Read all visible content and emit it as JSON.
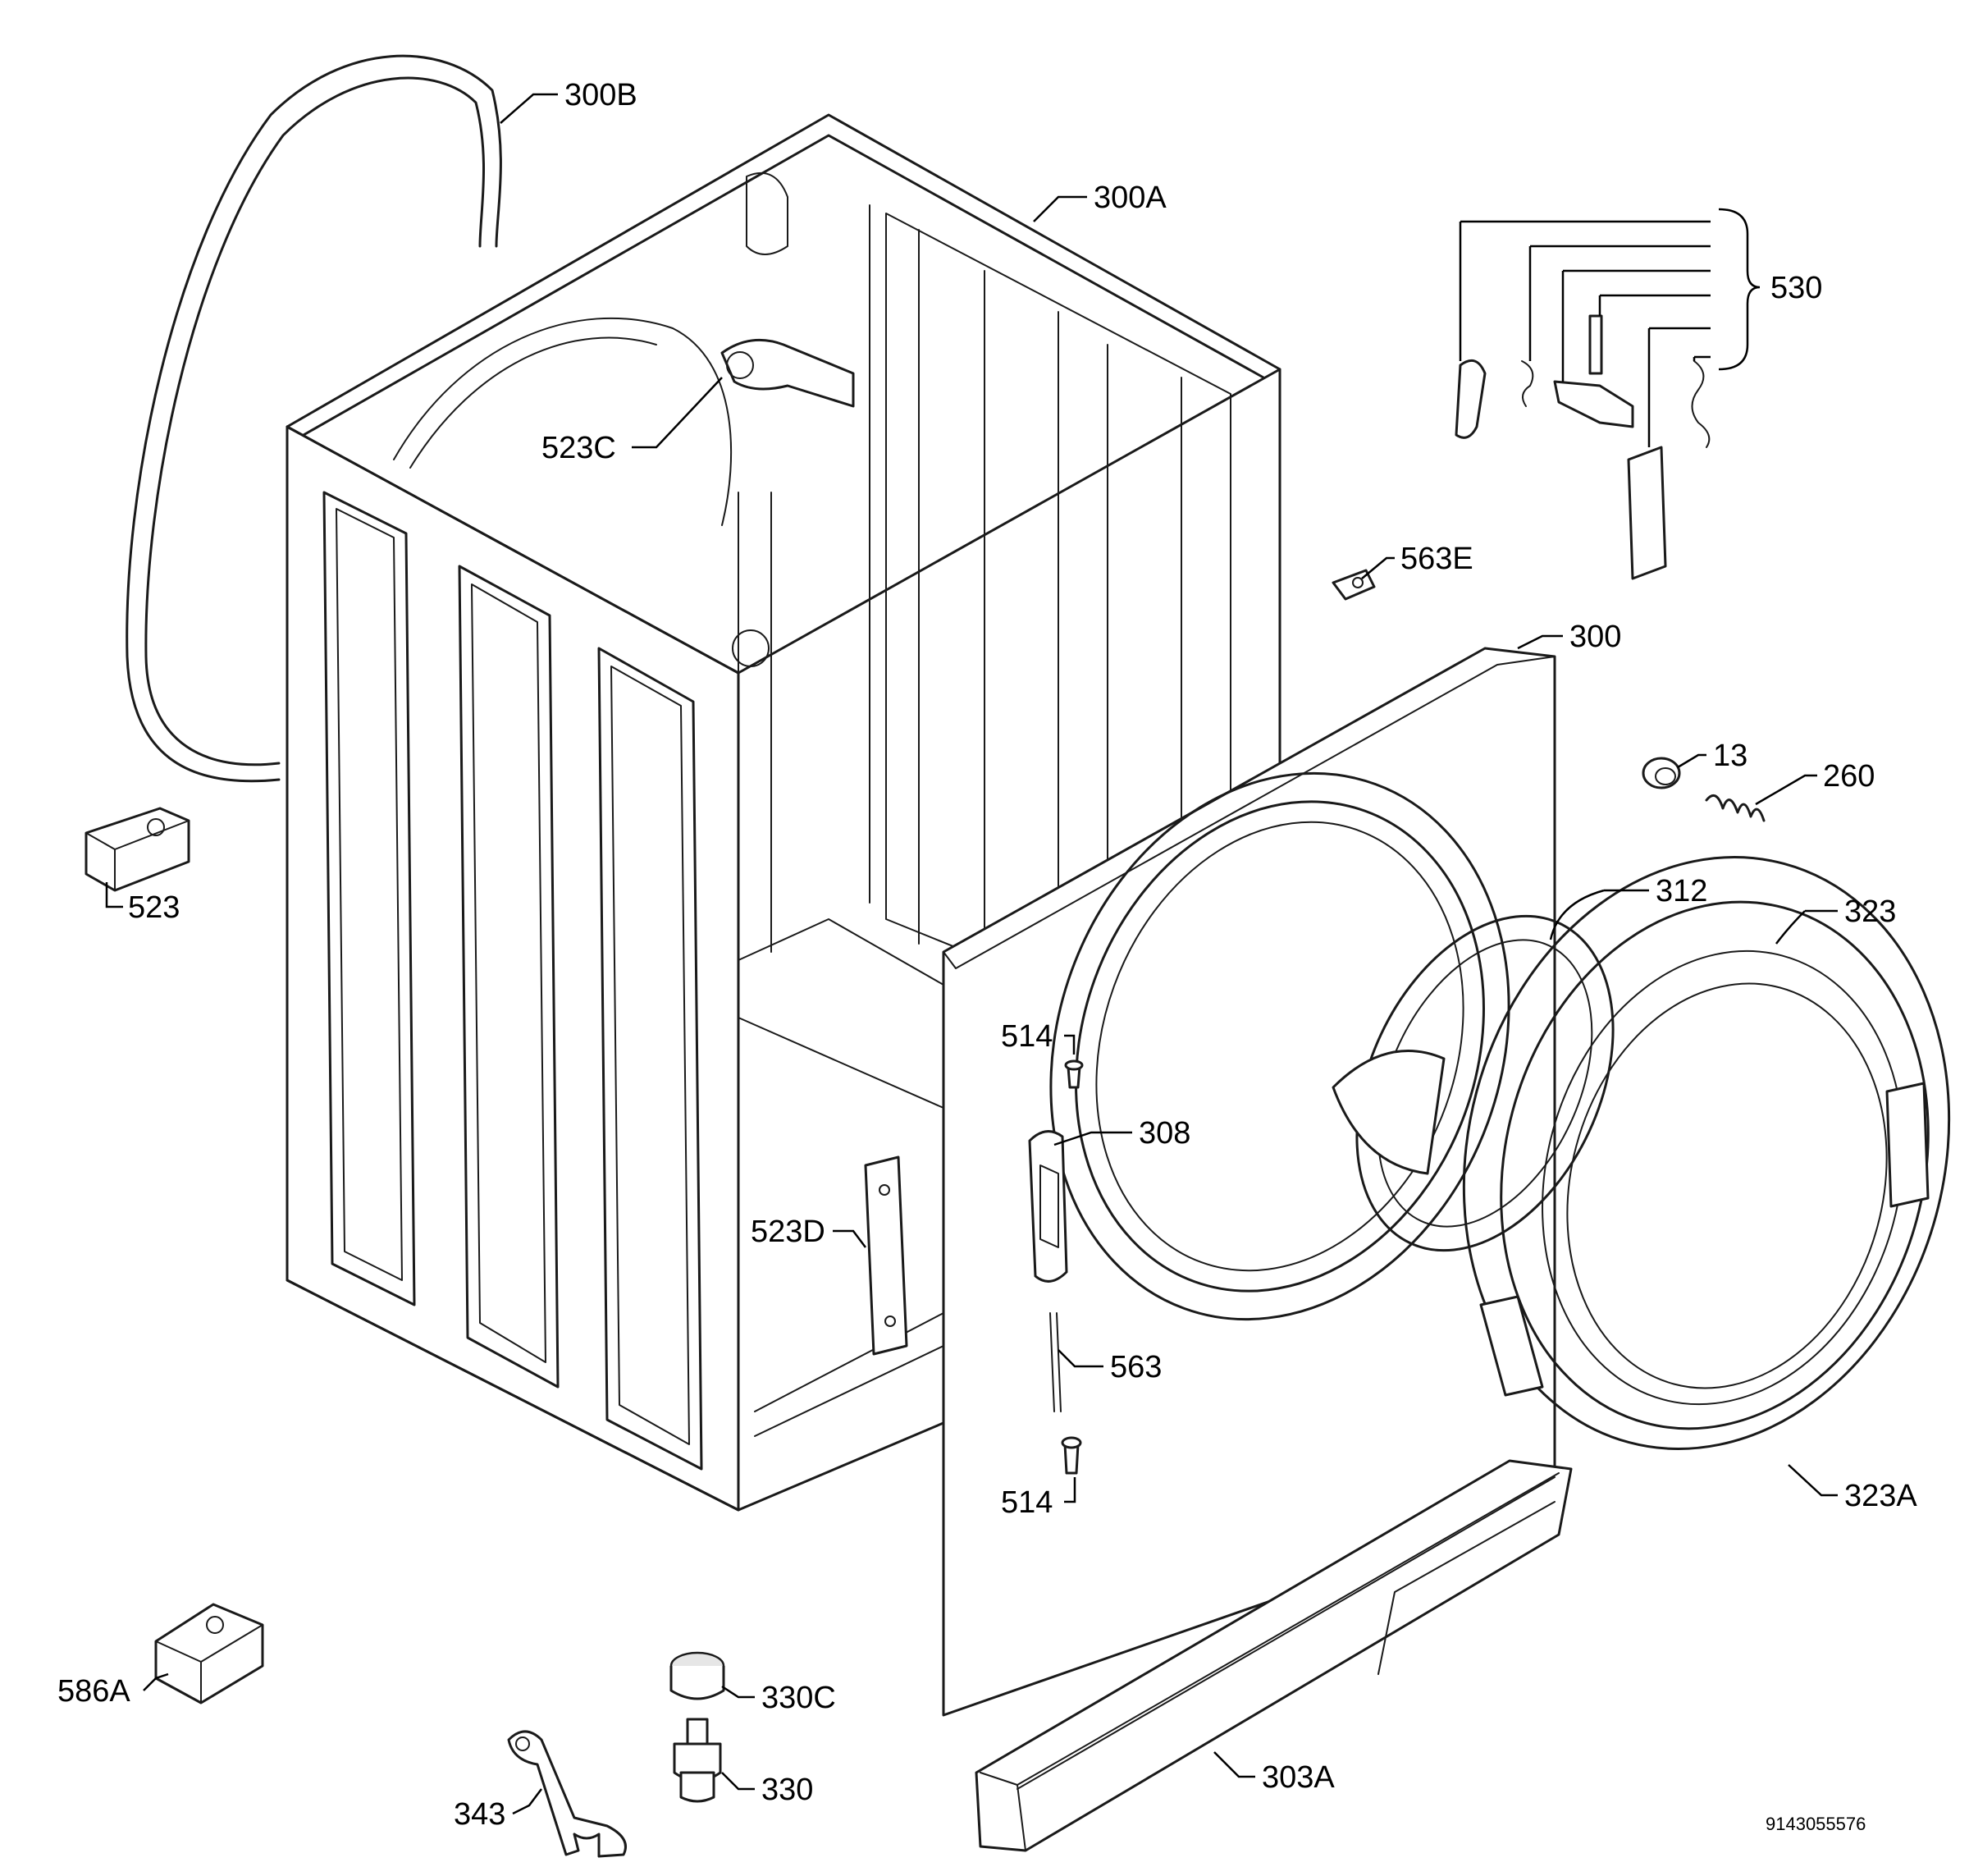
{
  "labels": {
    "l300B": "300B",
    "l300A": "300A",
    "l523C": "523C",
    "l530": "530",
    "l563E": "563E",
    "l300": "300",
    "l13": "13",
    "l260": "260",
    "l523": "523",
    "l312": "312",
    "l323": "323",
    "l514a": "514",
    "l308": "308",
    "l523D": "523D",
    "l563": "563",
    "l514b": "514",
    "l323A": "323A",
    "l586A": "586A",
    "l330C": "330C",
    "l330": "330",
    "l343": "343",
    "l303A": "303A"
  },
  "doc_number": "9143055576"
}
